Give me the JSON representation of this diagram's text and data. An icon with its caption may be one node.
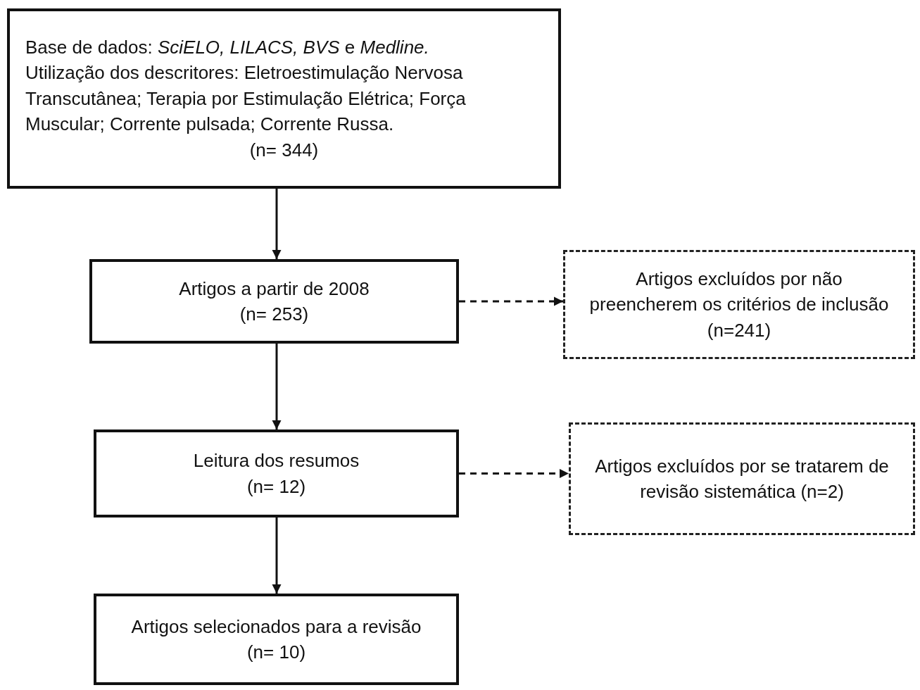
{
  "diagram": {
    "nodes": [
      {
        "text": [
          "Base de dados: *SciELO, LILACS, BVS* e *Medline.*",
          "Utilização dos descritores: Eletroestimulação Nervosa Transcutânea; Terapia por Estimulação Elétrica; Força Muscular; Corrente pulsada; Corrente Russa.",
          "(n= 344)"
        ]
      },
      {
        "text": [
          "Artigos a partir de 2008",
          "(n= 253)"
        ]
      },
      {
        "text": [
          "Artigos excluídos por não preencherem os critérios de inclusão (n=241)"
        ]
      },
      {
        "text": [
          "Leitura dos resumos",
          "(n= 12)"
        ]
      },
      {
        "text": [
          "Artigos excluídos por se tratarem de revisão sistemática (n=2)"
        ]
      },
      {
        "text": [
          "Artigos selecionados para a revisão",
          "(n= 10)"
        ]
      }
    ],
    "edges": [
      {
        "from": 0,
        "to": 1,
        "arrow": "to"
      },
      {
        "from": 1,
        "to": 2,
        "arrow": "to",
        "style": "dashed"
      },
      {
        "from": 1,
        "to": 3,
        "arrow": "to"
      },
      {
        "from": 3,
        "to": 4,
        "arrow": "to",
        "style": "dashed"
      },
      {
        "from": 3,
        "to": 5,
        "arrow": "to"
      }
    ]
  }
}
